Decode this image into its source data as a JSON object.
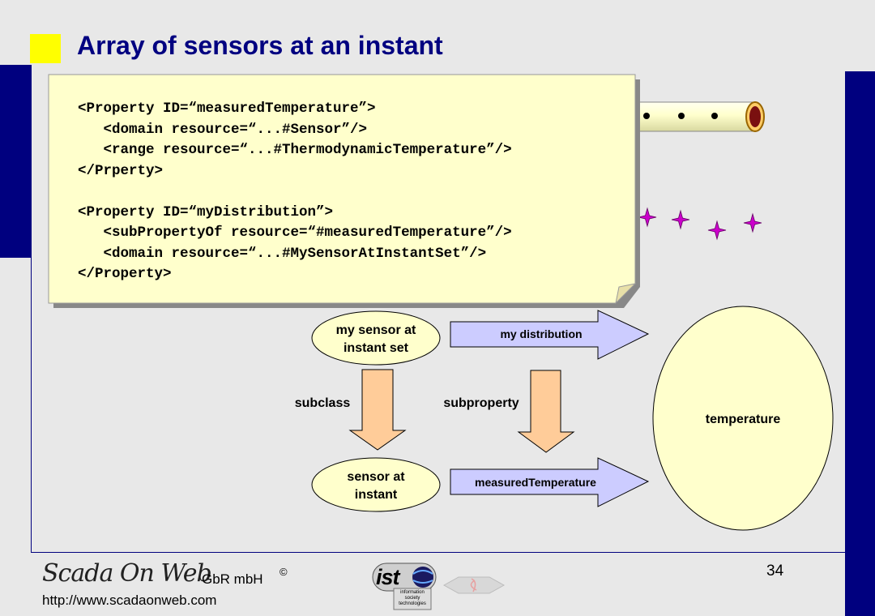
{
  "slide": {
    "title": "Array of sensors at an instant",
    "page_number": "34"
  },
  "code_note": {
    "lines": [
      "<Property ID=“measuredTemperature”>",
      "   <domain resource=“...#Sensor”/>",
      "   <range resource=“...#ThermodynamicTemperature”/>",
      "</Prperty>",
      "",
      "<Property ID=“myDistribution”>",
      "   <subPropertyOf resource=“#measuredTemperature”/>",
      "   <domain resource=“...#MySensorAtInstantSet”/>",
      "</Property>"
    ]
  },
  "diagram": {
    "my_sensor_set": {
      "line1": "my sensor at",
      "line2": "instant set"
    },
    "sensor_at_instant": {
      "line1": "sensor at",
      "line2": "instant"
    },
    "temperature": "temperature",
    "my_distribution": "my distribution",
    "measured_temperature": "measuredTemperature",
    "subclass": "subclass",
    "subproperty": "subproperty"
  },
  "footer": {
    "logo": "Scada On Web",
    "company": "GbR mbH",
    "copyright": "©",
    "url": "http://www.scadaonweb.com",
    "ist": "ist",
    "ist_sub": "information society technologies"
  },
  "colors": {
    "frame": "#00007f",
    "title": "#000080",
    "accent_square": "#ffff00",
    "note_fill": "#ffffcc",
    "node_fill": "#ffffcc",
    "arrow_fill": "#ccccff",
    "down_arrow_fill": "#ffcc99",
    "star": "#cc00cc"
  }
}
